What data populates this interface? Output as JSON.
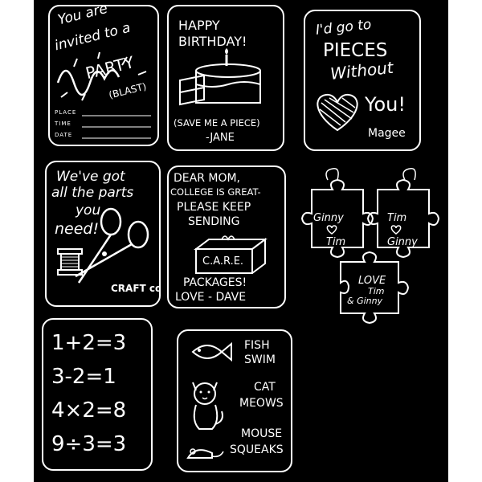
{
  "sheet": {
    "background": "#000000",
    "ink": "#ffffff"
  },
  "cards": {
    "party": {
      "line1": "You are",
      "line2": "invited to a",
      "party": "PARTY",
      "blast": "(BLAST)",
      "place": "PLACE",
      "time": "TIME",
      "date": "DATE"
    },
    "birthday": {
      "line1": "HAPPY",
      "line2": "BIRTHDAY!",
      "line3": "(SAVE ME A PIECE)",
      "line4": "-JANE"
    },
    "pieces": {
      "line1": "I'd go to",
      "line2": "PIECES",
      "line3": "Without",
      "line4": "You!",
      "signature": "Magee"
    },
    "parts": {
      "line1": "We've got",
      "line2": "all the parts",
      "line3": "you",
      "line4": "need!",
      "brand": "CRAFT co."
    },
    "mom": {
      "line1": "DEAR MOM,",
      "line2": "COLLEGE IS GREAT-",
      "line3": "PLEASE KEEP",
      "line4": "SENDING",
      "box": "C.A.R.E.",
      "line5": "PACKAGES!",
      "line6": "LOVE - DAVE"
    },
    "puzzle": {
      "left_top": "Ginny",
      "left_bottom": "Tim",
      "right_top": "Tim",
      "right_bottom": "Ginny",
      "bottom_top": "LOVE",
      "bottom_mid": "Tim",
      "bottom_last": "& Ginny"
    },
    "math": {
      "eq1": "1+2=3",
      "eq2": "3-2=1",
      "eq3": "4×2=8",
      "eq4": "9÷3=3"
    },
    "animals": {
      "fish": "FISH",
      "swim": "SWIM",
      "cat": "CAT",
      "meows": "MEOWS",
      "mouse": "MOUSE",
      "squeaks": "SQUEAKS"
    }
  }
}
